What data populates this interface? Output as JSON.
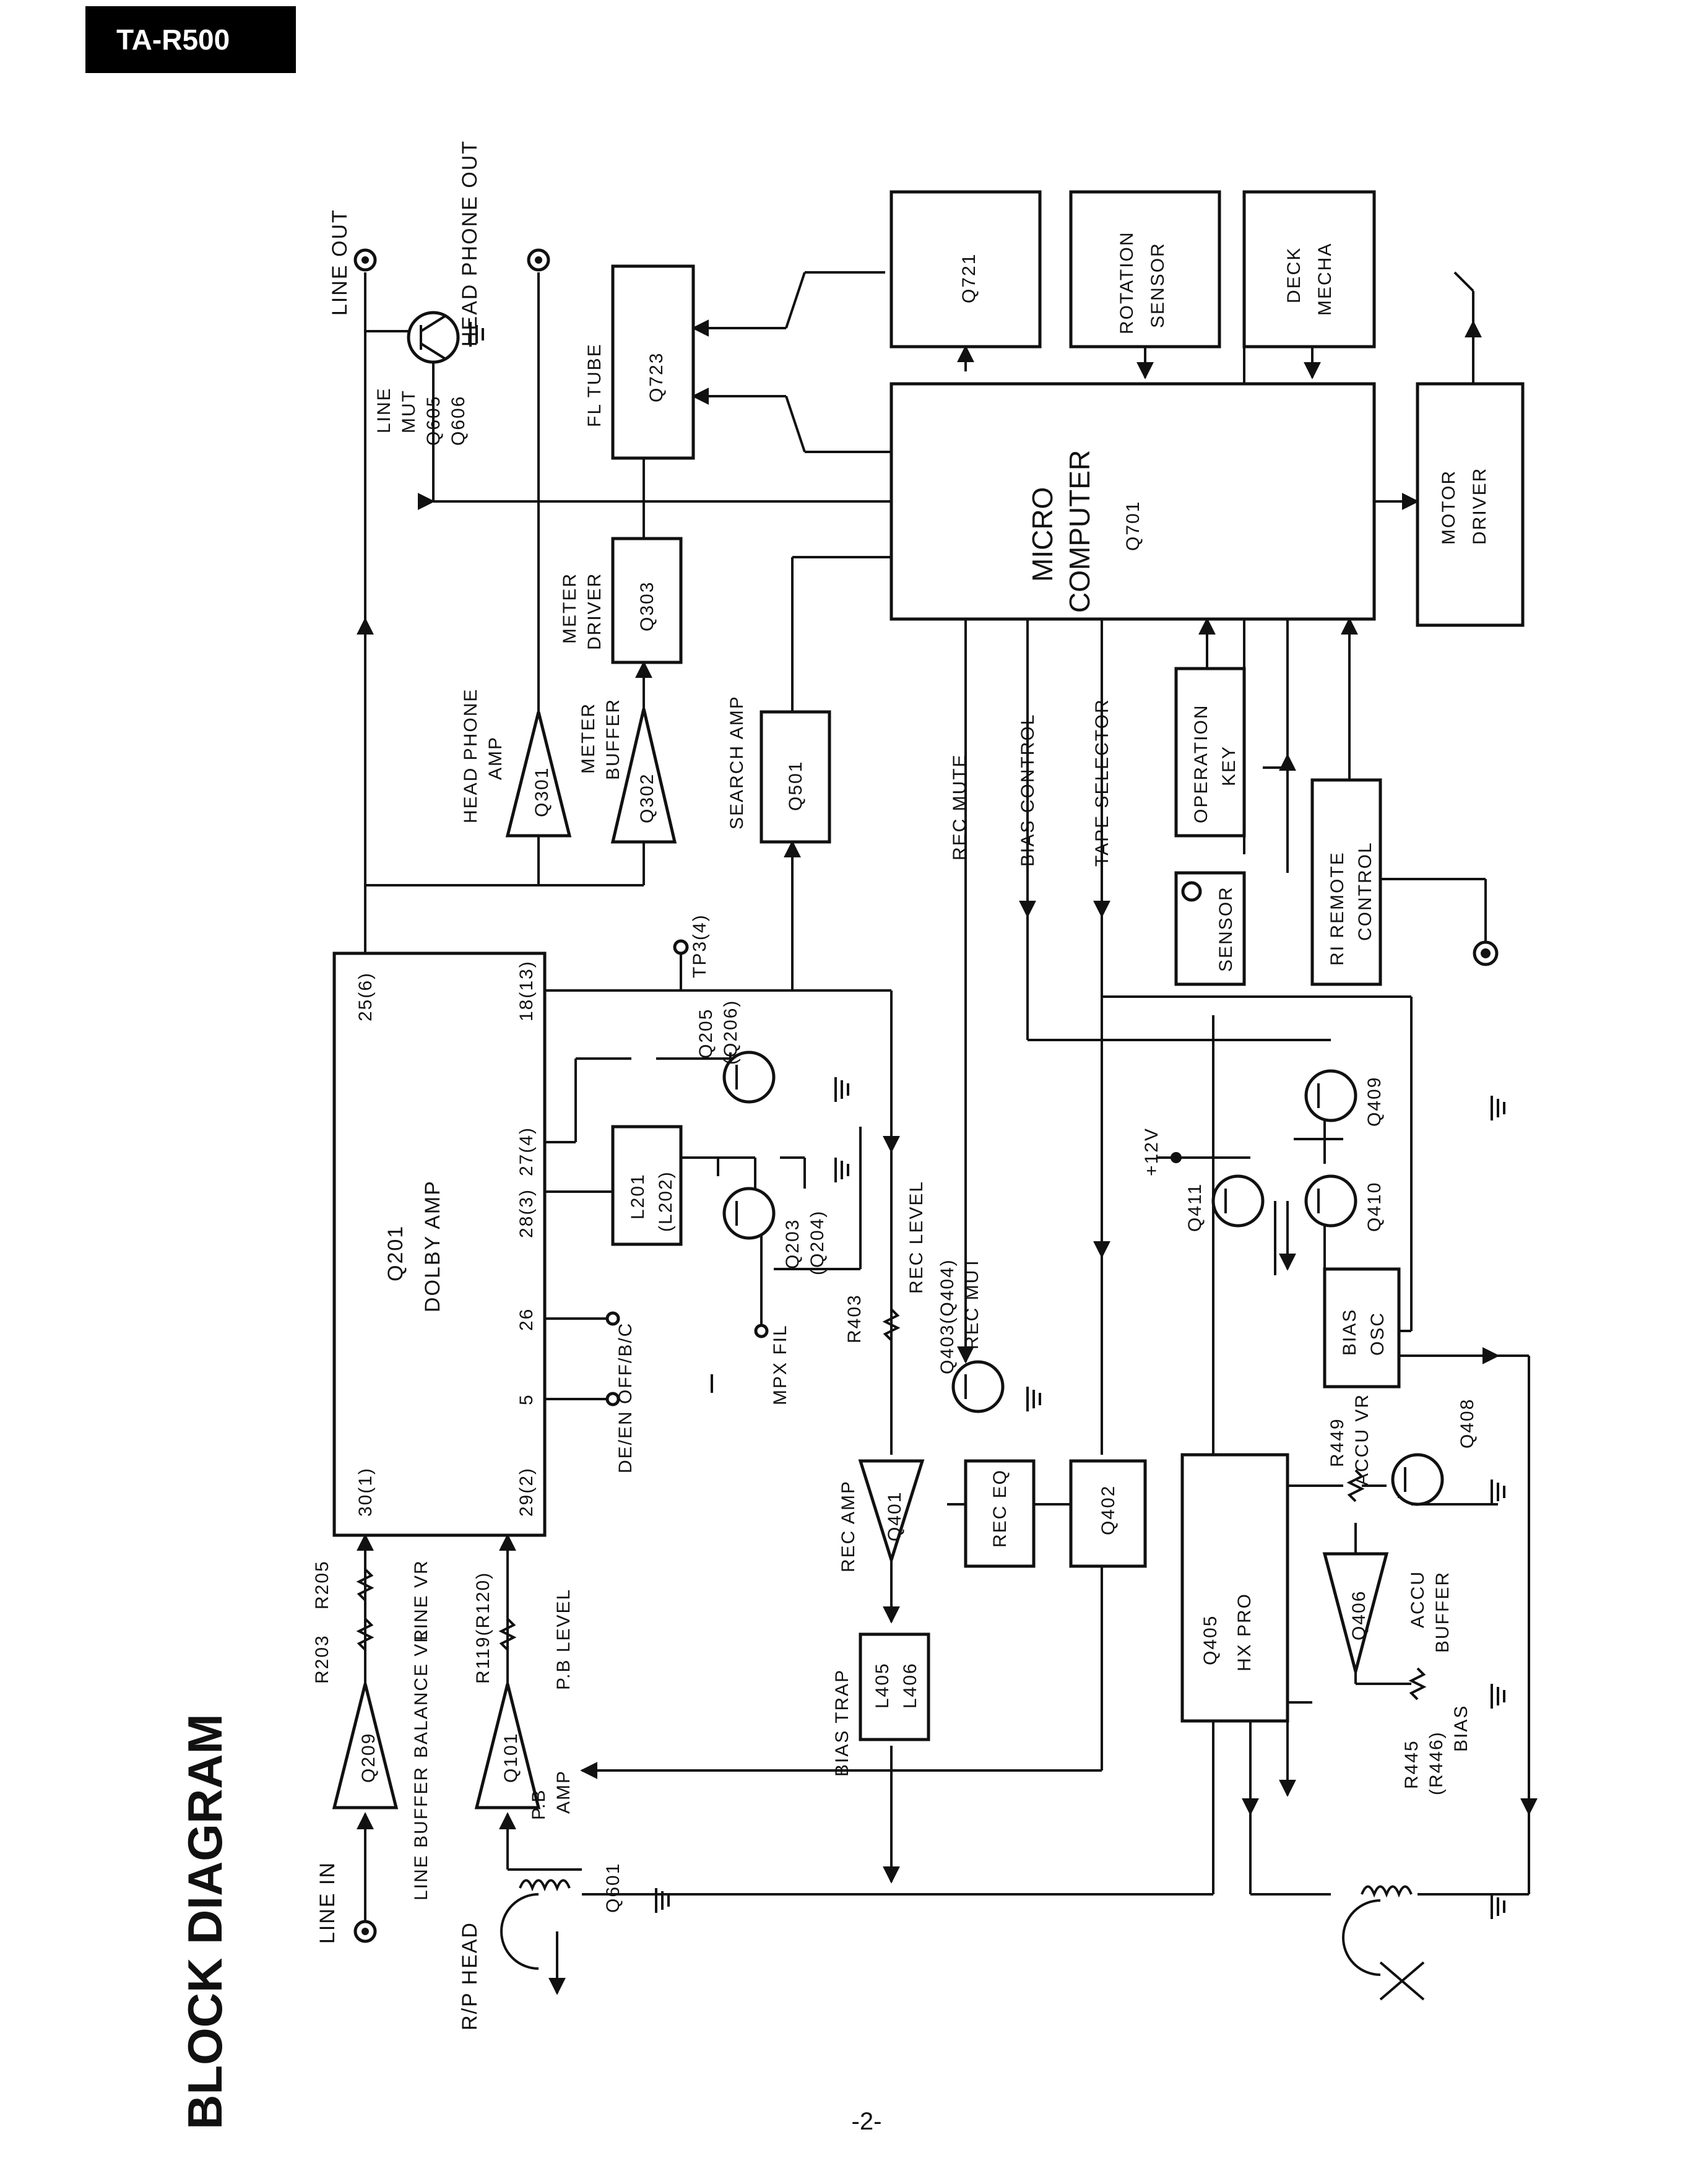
{
  "header": {
    "model": "TA-R500",
    "title": "BLOCK DIAGRAM",
    "page_number": "-2-"
  },
  "jacks": {
    "line_in": "LINE IN",
    "line_out": "LINE OUT",
    "head_phone_out": "HEAD PHONE OUT",
    "rp_head": "R/P HEAD"
  },
  "line_section": {
    "q209": "Q209",
    "line_buffer": "LINE BUFFER",
    "balance_vr": "BALANCE VR",
    "line_vr": "LINE VR",
    "r203": "R203",
    "r205": "R205",
    "q101": "Q101",
    "pb_amp_pb": "P.B",
    "pb_amp_amp": "AMP",
    "r119": "R119(R120)",
    "pb_level": "P.B LEVEL",
    "q601": "Q601"
  },
  "dolby": {
    "q201": "Q201",
    "name": "DOLBY AMP",
    "pins": [
      "30(1)",
      "29(2)",
      "5",
      "26",
      "28(3)",
      "27(4)",
      "18(13)",
      "25(6)"
    ],
    "de_en": "DE/EN OFF/B/C",
    "mpx_fil": "MPX FIL",
    "l201": "L201",
    "l202": "(L202)",
    "q203": "Q203",
    "q204": "(Q204)",
    "q205": "Q205",
    "q206": "(Q206)",
    "tp3": "TP3(4)"
  },
  "rec_section": {
    "r403": "R403",
    "rec_level": "REC LEVEL",
    "q403": "Q403(Q404)",
    "rec_mut": "REC MUT",
    "q401": "Q401",
    "rec_amp": "REC AMP",
    "rec_eq": "REC EQ",
    "q402": "Q402",
    "l405": "L405",
    "l406": "L406",
    "bias_trap": "BIAS TRAP"
  },
  "output_section": {
    "q301": "Q301",
    "head_phone_amp_1": "HEAD PHONE",
    "head_phone_amp_2": "AMP",
    "q302": "Q302",
    "meter_buffer_1": "METER",
    "meter_buffer_2": "BUFFER",
    "q303": "Q303",
    "meter_driver_1": "METER",
    "meter_driver_2": "DRIVER",
    "q605": "Q605",
    "q606": "Q606",
    "line_mut_1": "LINE",
    "line_mut_2": "MUT",
    "q501": "Q501",
    "search_amp": "SEARCH AMP"
  },
  "control": {
    "fl_tube": "FL TUBE",
    "q723": "Q723",
    "q721": "Q721",
    "rotation_1": "ROTATION",
    "rotation_2": "SENSOR",
    "deck_1": "DECK",
    "deck_2": "MECHA",
    "micro_1": "MICRO",
    "micro_2": "COMPUTER",
    "q701": "Q701",
    "motor_1": "MOTOR",
    "motor_2": "DRIVER",
    "op_1": "OPERATION",
    "op_2": "KEY",
    "sensor": "SENSOR",
    "ri_1": "RI REMOTE",
    "ri_2": "CONTROL",
    "rec_mute": "REC MUTE",
    "bias_control": "BIAS CONTROL",
    "tape_selector": "TAPE SELECTOR"
  },
  "bias_section": {
    "q405": "Q405",
    "hx_pro": "HX PRO",
    "q406": "Q406",
    "accu_buffer_1": "ACCU",
    "accu_buffer_2": "BUFFER",
    "r449": "R449",
    "accu_vr": "ACCU VR",
    "q408": "Q408",
    "bias_1": "BIAS",
    "bias_2": "OSC",
    "q409": "Q409",
    "q410": "Q410",
    "q411": "Q411",
    "v12": "+12V",
    "r445": "R445",
    "r446": "(R446)",
    "bias_label": "BIAS"
  }
}
